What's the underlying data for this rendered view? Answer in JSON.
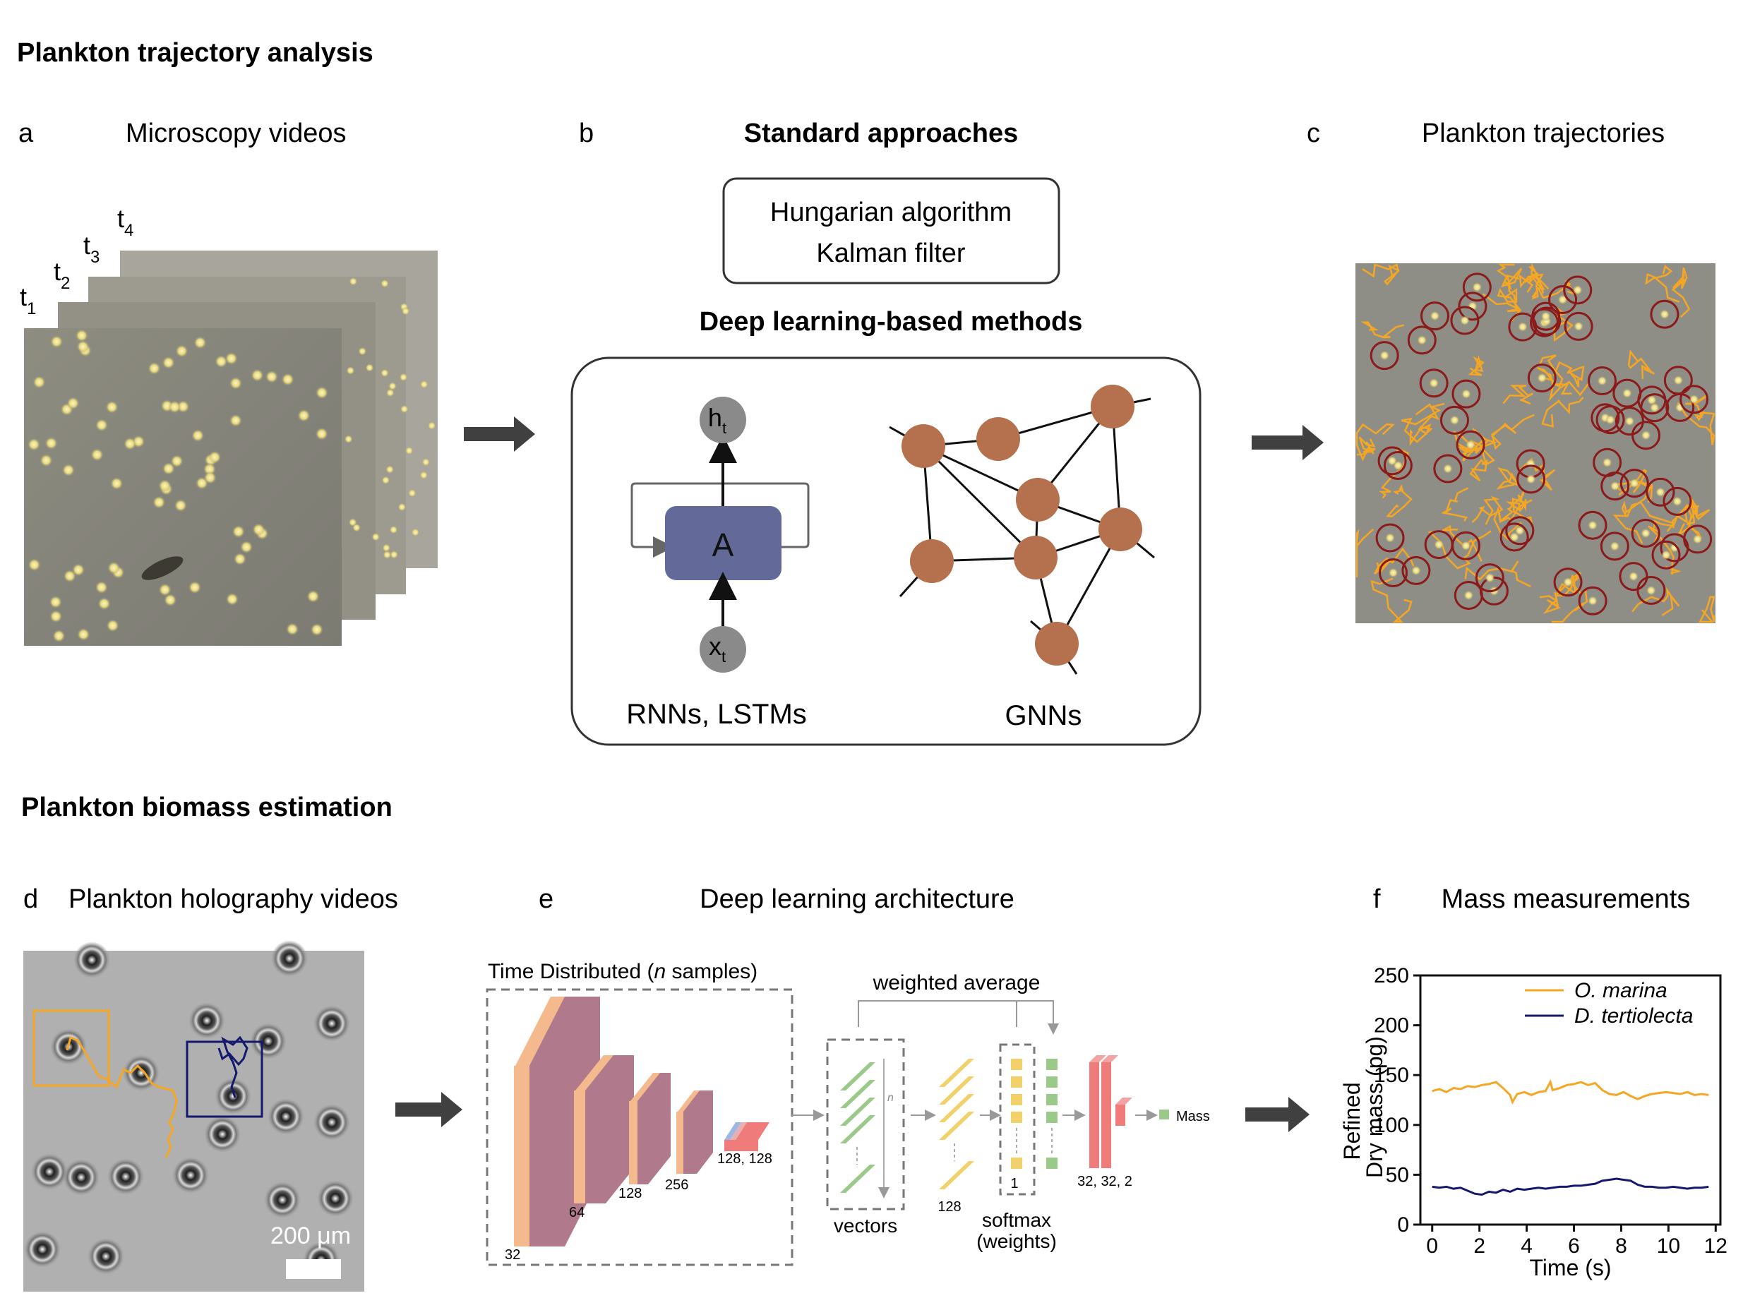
{
  "section_titles": {
    "trajectory": "Plankton trajectory analysis",
    "biomass": "Plankton biomass estimation"
  },
  "panels": {
    "a": {
      "letter": "a",
      "title": "Microscopy videos",
      "frames": [
        {
          "main": "t",
          "sub": "1"
        },
        {
          "main": "t",
          "sub": "2"
        },
        {
          "main": "t",
          "sub": "3"
        },
        {
          "main": "t",
          "sub": "4"
        }
      ]
    },
    "b": {
      "letter": "b",
      "title": "Standard approaches",
      "standard_methods": [
        "Hungarian algorithm",
        "Kalman filter"
      ],
      "dl_title": "Deep learning-based methods",
      "rnn": {
        "cell": "A",
        "output_main": "h",
        "output_sub": "t",
        "input_main": "x",
        "input_sub": "t",
        "label": "RNNs, LSTMs"
      },
      "gnn": {
        "label": "GNNs"
      }
    },
    "c": {
      "letter": "c",
      "title": "Plankton trajectories"
    },
    "d": {
      "letter": "d",
      "title": "Plankton holography videos",
      "scale_bar": "200 μm"
    },
    "e": {
      "letter": "e",
      "title": "Deep learning architecture",
      "time_distributed_prefix": "Time Distributed (",
      "time_distributed_n": "n",
      "time_distributed_suffix": " samples)",
      "weighted_average": "weighted average",
      "conv_sizes": [
        "32",
        "64",
        "128",
        "256",
        "128, 128"
      ],
      "vectors_label": "vectors",
      "vectors_n": "n",
      "dense_label": "128",
      "softmax_size": "1",
      "softmax_label": "softmax",
      "weights_label": "(weights)",
      "head_size": "32, 32, 2",
      "output_label": "Mass"
    },
    "f": {
      "letter": "f",
      "title": "Mass measurements"
    }
  },
  "colors": {
    "arrow": "#404040",
    "node": "#b5704e",
    "rnn_cell": "#636a9a",
    "rnn_io": "#8a8a8a",
    "traj_orange": "#f5a623",
    "traj_navy": "#14196e",
    "detect_red": "#8b1a1a",
    "conv_face": "#b07a8c",
    "conv_edge": "#f4b98d",
    "dense_yellow": "#f2d16b",
    "vector_green": "#9bc98a",
    "head_red": "#ef7b7b"
  },
  "chart_data": {
    "type": "line",
    "title": "",
    "xlabel": "Time (s)",
    "ylabel": [
      "Refined",
      "Dry mass (pg)"
    ],
    "xlim": [
      -0.5,
      12.2
    ],
    "ylim": [
      0,
      250
    ],
    "xticks": [
      0,
      2,
      4,
      6,
      8,
      10,
      12
    ],
    "yticks": [
      0,
      50,
      100,
      150,
      200,
      250
    ],
    "grid": false,
    "legend_position": "top-right",
    "series": [
      {
        "name": "O. marina",
        "color": "#f5a623",
        "x": [
          0,
          0.3,
          0.6,
          0.9,
          1.2,
          1.5,
          1.8,
          2.1,
          2.4,
          2.7,
          3.0,
          3.3,
          3.4,
          3.6,
          3.9,
          4.2,
          4.5,
          4.8,
          5.0,
          5.1,
          5.4,
          5.7,
          6.0,
          6.3,
          6.6,
          6.9,
          7.2,
          7.5,
          7.8,
          8.1,
          8.4,
          8.7,
          9.0,
          9.3,
          9.6,
          9.9,
          10.2,
          10.5,
          10.8,
          11.1,
          11.4,
          11.7
        ],
        "y": [
          134,
          136,
          133,
          137,
          136,
          139,
          138,
          140,
          141,
          143,
          137,
          130,
          123,
          131,
          133,
          130,
          133,
          134,
          143,
          135,
          137,
          140,
          141,
          143,
          140,
          142,
          135,
          131,
          130,
          133,
          129,
          126,
          129,
          131,
          132,
          133,
          132,
          131,
          133,
          130,
          131,
          130
        ]
      },
      {
        "name": "D. tertiolecta",
        "color": "#14196e",
        "x": [
          0,
          0.3,
          0.6,
          0.9,
          1.2,
          1.5,
          1.8,
          2.1,
          2.4,
          2.7,
          3.0,
          3.3,
          3.6,
          3.9,
          4.2,
          4.5,
          4.8,
          5.1,
          5.4,
          5.7,
          6.0,
          6.3,
          6.6,
          6.9,
          7.2,
          7.5,
          7.8,
          8.1,
          8.4,
          8.7,
          9.0,
          9.3,
          9.6,
          9.9,
          10.2,
          10.5,
          10.8,
          11.1,
          11.4,
          11.7
        ],
        "y": [
          38,
          37,
          38,
          36,
          37,
          34,
          31,
          30,
          33,
          32,
          35,
          33,
          36,
          35,
          36,
          37,
          36,
          37,
          38,
          38,
          39,
          39,
          40,
          41,
          44,
          45,
          46,
          45,
          44,
          40,
          38,
          38,
          37,
          37,
          38,
          37,
          36,
          37,
          37,
          38
        ]
      }
    ]
  }
}
